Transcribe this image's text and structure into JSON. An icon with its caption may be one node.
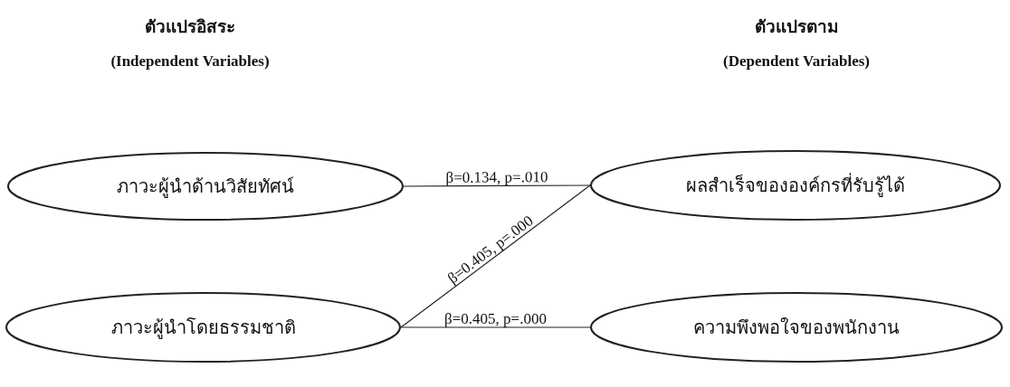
{
  "diagram": {
    "nodes": [
      {
        "text": [
          "ภาวะผู้นำด้านวิสัยทัศน์"
        ]
      },
      {
        "text": [
          "ผลสำเร็จขององค์กรที่รับรู้ได้"
        ]
      },
      {
        "text": [
          "ภาวะผู้นำโดยธรรมชาติ"
        ]
      },
      {
        "text": [
          "ความพึงพอใจของพนักงาน"
        ]
      }
    ],
    "edges": [
      {
        "from": 0,
        "to": 1,
        "arrow": "none",
        "label": "β=0.134, p=.010"
      },
      {
        "from": 2,
        "to": 1,
        "arrow": "none",
        "label": "β=0.405, p=.000"
      },
      {
        "from": 2,
        "to": 3,
        "arrow": "none",
        "label": "β=0.405, p=.000"
      }
    ],
    "labels": [
      "ตัวแปรอิสระ",
      "ตัวแปรตาม",
      "(Independent Variables)",
      "(Dependent Variables)"
    ]
  }
}
